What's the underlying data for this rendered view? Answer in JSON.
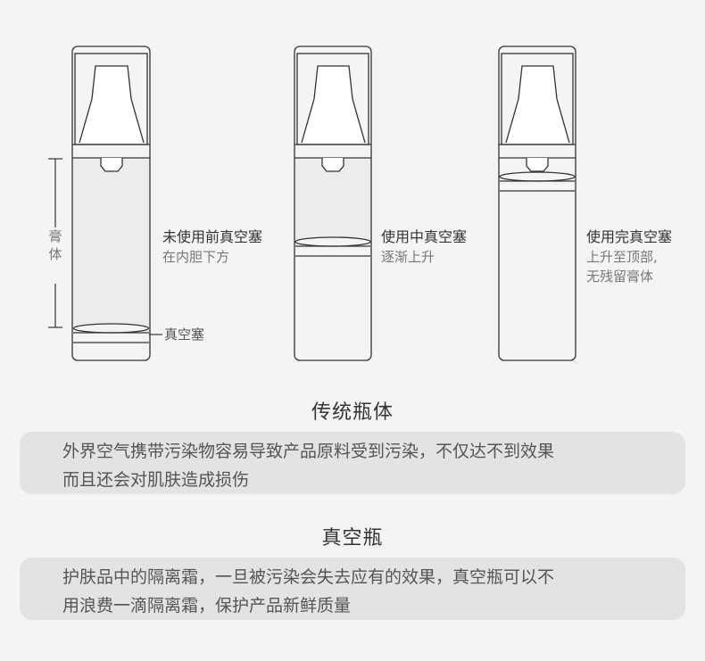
{
  "diagram": {
    "paste_label": "膏体",
    "plug_label": "真空塞",
    "bottles": [
      {
        "title": "未使用前真空塞",
        "desc": [
          "在内胆下方"
        ]
      },
      {
        "title": "使用中真空塞",
        "desc": [
          "逐渐上升"
        ]
      },
      {
        "title": "使用完真空塞",
        "desc": [
          "上升至顶部,",
          "无残留膏体"
        ]
      }
    ]
  },
  "sections": [
    {
      "title": "传统瓶体",
      "lines": [
        "外界空气携带污染物容易导致产品原料受到污染，不仅达不到效果",
        "而且还会对肌肤造成损伤"
      ]
    },
    {
      "title": "真空瓶",
      "lines": [
        "护肤品中的隔离霜，一旦被污染会失去应有的效果，真空瓶可以不",
        "用浪费一滴隔离霜，保护产品新鲜质量"
      ]
    }
  ],
  "colors": {
    "background": "#f4f4f4",
    "box": "#e3e3e3",
    "paste": "#ececec",
    "outline": "#333333"
  }
}
